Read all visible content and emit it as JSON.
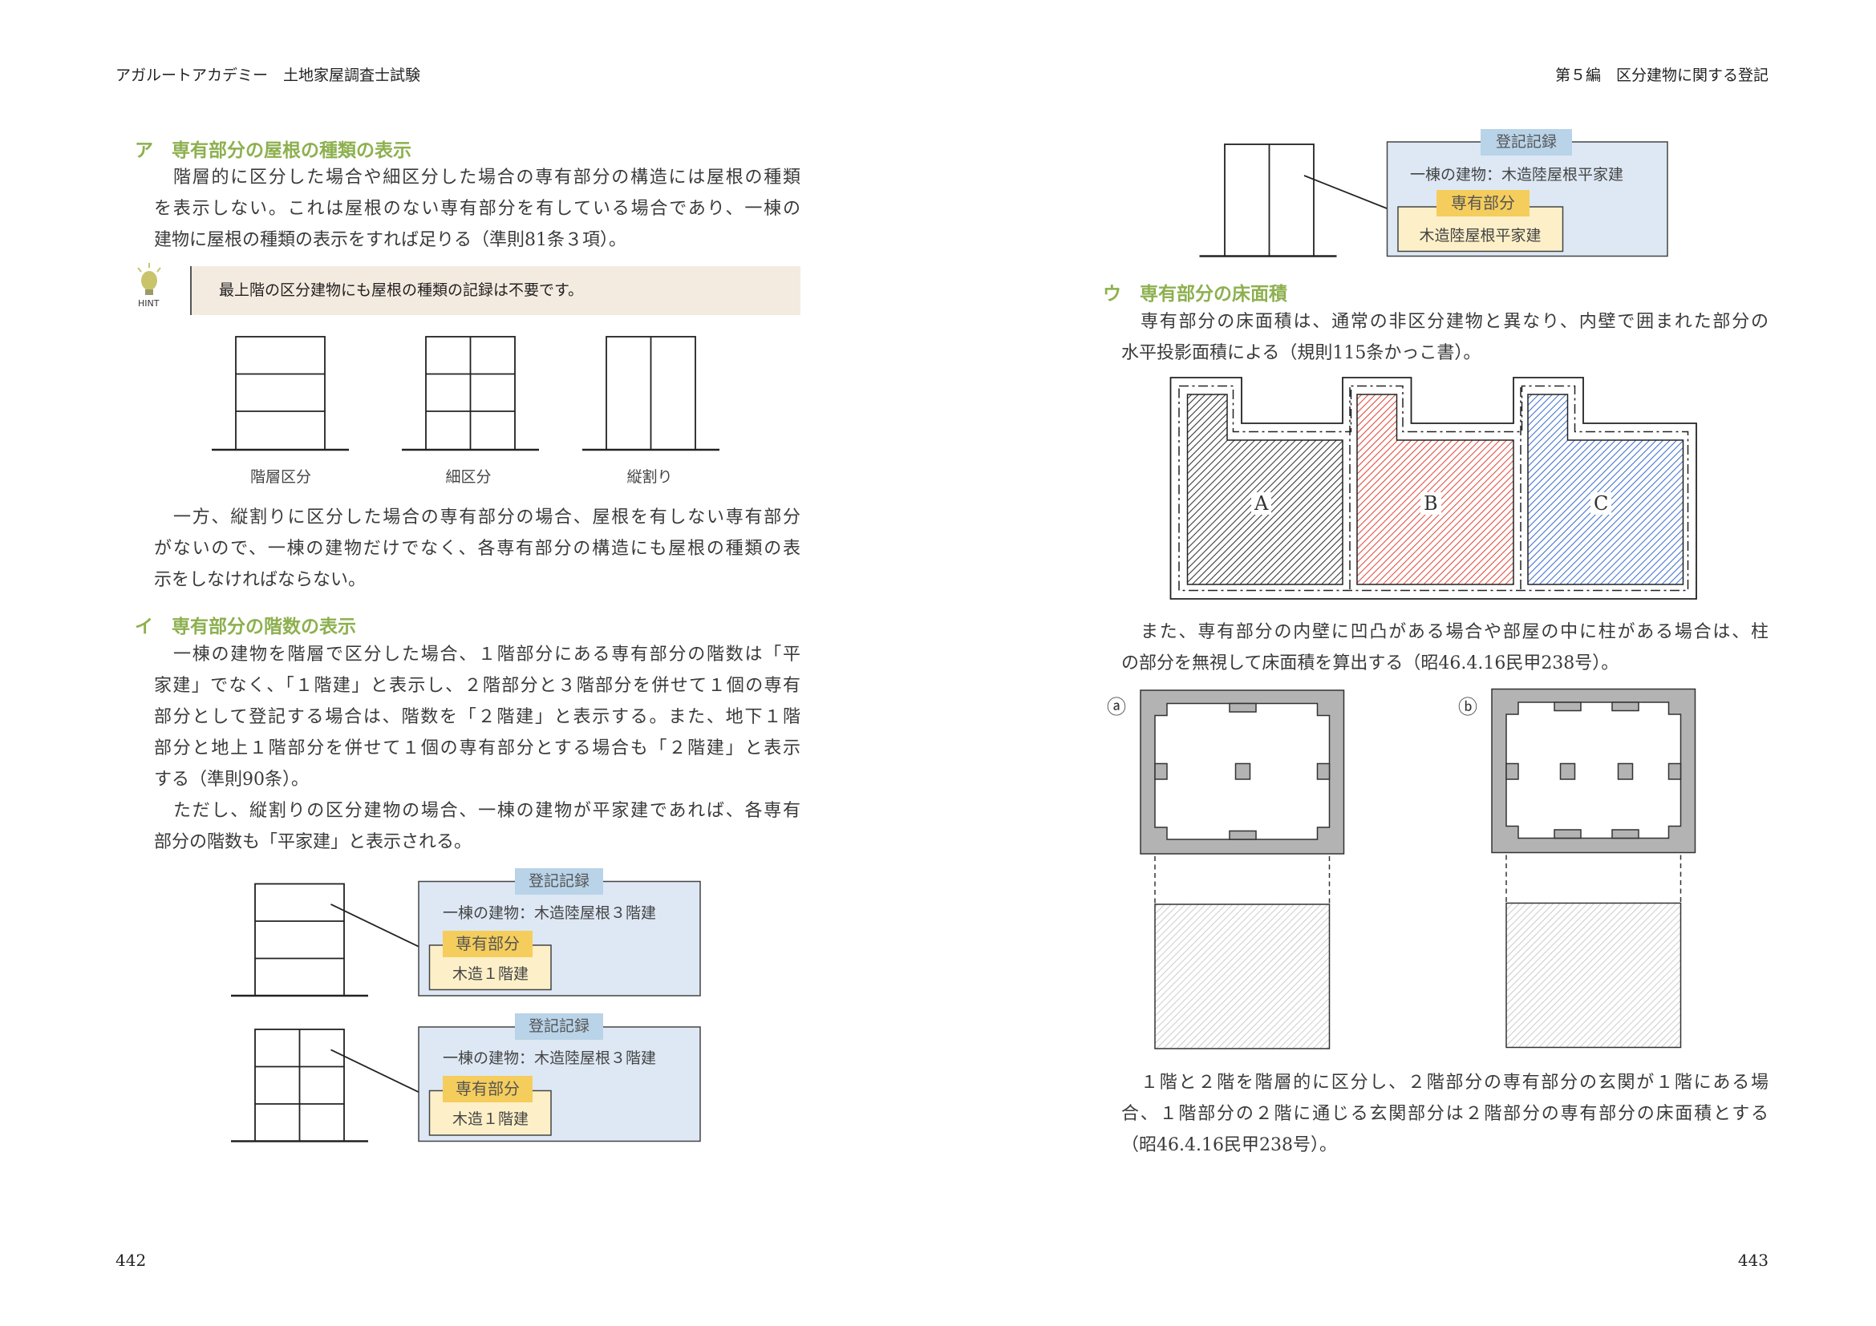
{
  "header": {
    "left": "アガルートアカデミー　土地家屋調査士試験",
    "right": "第５編　区分建物に関する登記"
  },
  "left_page": {
    "section_a": {
      "marker": "ア",
      "title": "専有部分の屋根の種類の表示",
      "paragraph": [
        "階層的に区分した場合や細区分した場合の専有部分の構造には屋根の種類",
        "を表示しない。これは屋根のない専有部分を有している場合であり、一棟の",
        "建物に屋根の種類の表示をすれば足りる（準則81条３項）。"
      ],
      "hint_label": "HINT",
      "hint_text": "最上階の区分建物にも屋根の種類の記録は不要です。",
      "diagram_captions": [
        "階層区分",
        "細区分",
        "縦割り"
      ],
      "paragraph2": [
        "一方、縦割りに区分した場合の専有部分の場合、屋根を有しない専有部分",
        "がないので、一棟の建物だけでなく、各専有部分の構造にも屋根の種類の表",
        "示をしなければならない。"
      ]
    },
    "section_i": {
      "marker": "イ",
      "title": "専有部分の階数の表示",
      "paragraph": [
        "一棟の建物を階層で区分した場合、１階部分にある専有部分の階数は「平",
        "家建」でなく、「１階建」と表示し、２階部分と３階部分を併せて１個の専有",
        "部分として登記する場合は、階数を「２階建」と表示する。また、地下１階",
        "部分と地上１階部分を併せて１個の専有部分とする場合も「２階建」と表示",
        "する（準則90条）。"
      ],
      "paragraph2": [
        "ただし、縦割りの区分建物の場合、一棟の建物が平家建であれば、各専有",
        "部分の階数も「平家建」と表示される。"
      ],
      "records": [
        {
          "title": "登記記録",
          "building": "一棟の建物：木造陸屋根３階建",
          "unit_label": "専有部分",
          "unit_value": "木造１階建"
        },
        {
          "title": "登記記録",
          "building": "一棟の建物：木造陸屋根３階建",
          "unit_label": "専有部分",
          "unit_value": "木造１階建"
        }
      ]
    },
    "page_number": "442"
  },
  "right_page": {
    "record": {
      "title": "登記記録",
      "building": "一棟の建物：木造陸屋根平家建",
      "unit_label": "専有部分",
      "unit_value": "木造陸屋根平家建"
    },
    "section_u": {
      "marker": "ウ",
      "title": "専有部分の床面積",
      "paragraph": [
        "専有部分の床面積は、通常の非区分建物と異なり、内壁で囲まれた部分の",
        "水平投影面積による（規則115条かっこ書）。"
      ],
      "rooms": [
        "A",
        "B",
        "C"
      ],
      "paragraph2": [
        "また、専有部分の内壁に凹凸がある場合や部屋の中に柱がある場合は、柱",
        "の部分を無視して床面積を算出する（昭46.4.16民甲238号）。"
      ],
      "figure_labels": [
        "ⓐ",
        "ⓑ"
      ],
      "paragraph3": [
        "１階と２階を階層的に区分し、２階部分の専有部分の玄関が１階にある場",
        "合、１階部分の２階に通じる玄関部分は２階部分の専有部分の床面積とする",
        "（昭46.4.16民甲238号）。"
      ]
    },
    "page_number": "443"
  },
  "colors": {
    "heading": "#8db04f",
    "hint_bg": "#f4ebe0",
    "record_bg": "#dde8f4",
    "record_title": "#b9d3e8",
    "unit_label": "#f5cd5c",
    "unit_bg": "#fdf0c8",
    "room_a": "#333333",
    "room_b": "#e0483a",
    "room_c": "#3d6fd0"
  }
}
